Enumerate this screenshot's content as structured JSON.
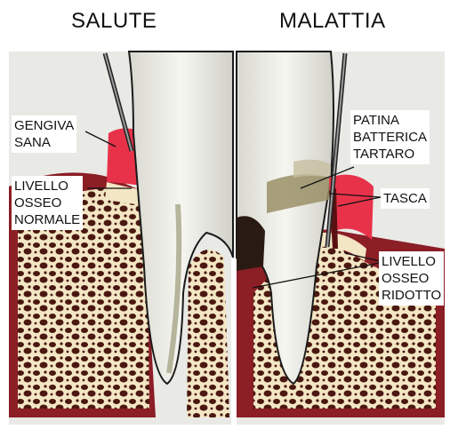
{
  "headings": {
    "left": "SALUTE",
    "right": "MALATTIA"
  },
  "labels": {
    "gengiva_sana": [
      "GENGIVA",
      "SANA"
    ],
    "livello_osseo_normale": [
      "LIVELLO",
      "OSSEO",
      "NORMALE"
    ],
    "patina": [
      "PATINA",
      "BATTERICA",
      "TARTARO"
    ],
    "tasca": [
      "TASCA"
    ],
    "livello_osseo_ridotto": [
      "LIVELLO",
      "OSSEO",
      "RIDOTTO"
    ]
  },
  "colors": {
    "gum": "#e8324a",
    "bone": "#f3e6c4",
    "bone_pores": "#4a1810",
    "marrow": "#8c1e26",
    "tooth": "#ecece6",
    "tartar": "#9a8f66",
    "background": "#e9e9e6"
  }
}
